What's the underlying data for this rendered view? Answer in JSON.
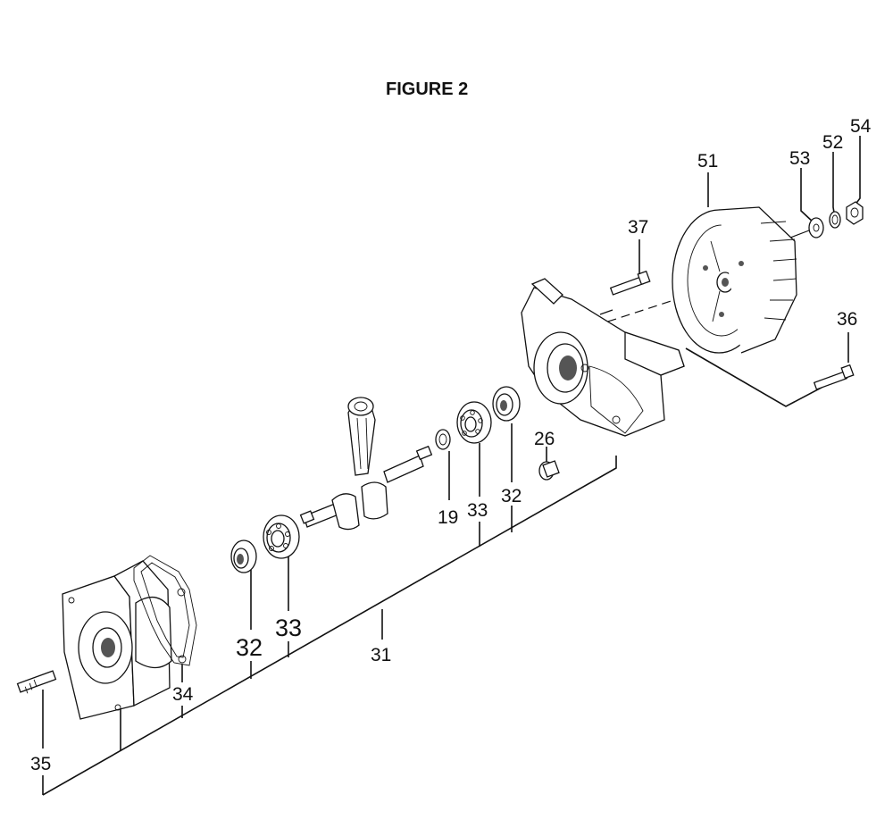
{
  "figure": {
    "title": "FIGURE 2"
  },
  "callouts": {
    "p19": "19",
    "p26": "26",
    "p31": "31",
    "p32_small": "32",
    "p32_large": "32",
    "p33_small": "33",
    "p33_large": "33",
    "p34": "34",
    "p35": "35",
    "p36": "36",
    "p37": "37",
    "p51": "51",
    "p52": "52",
    "p53": "53",
    "p54": "54"
  }
}
